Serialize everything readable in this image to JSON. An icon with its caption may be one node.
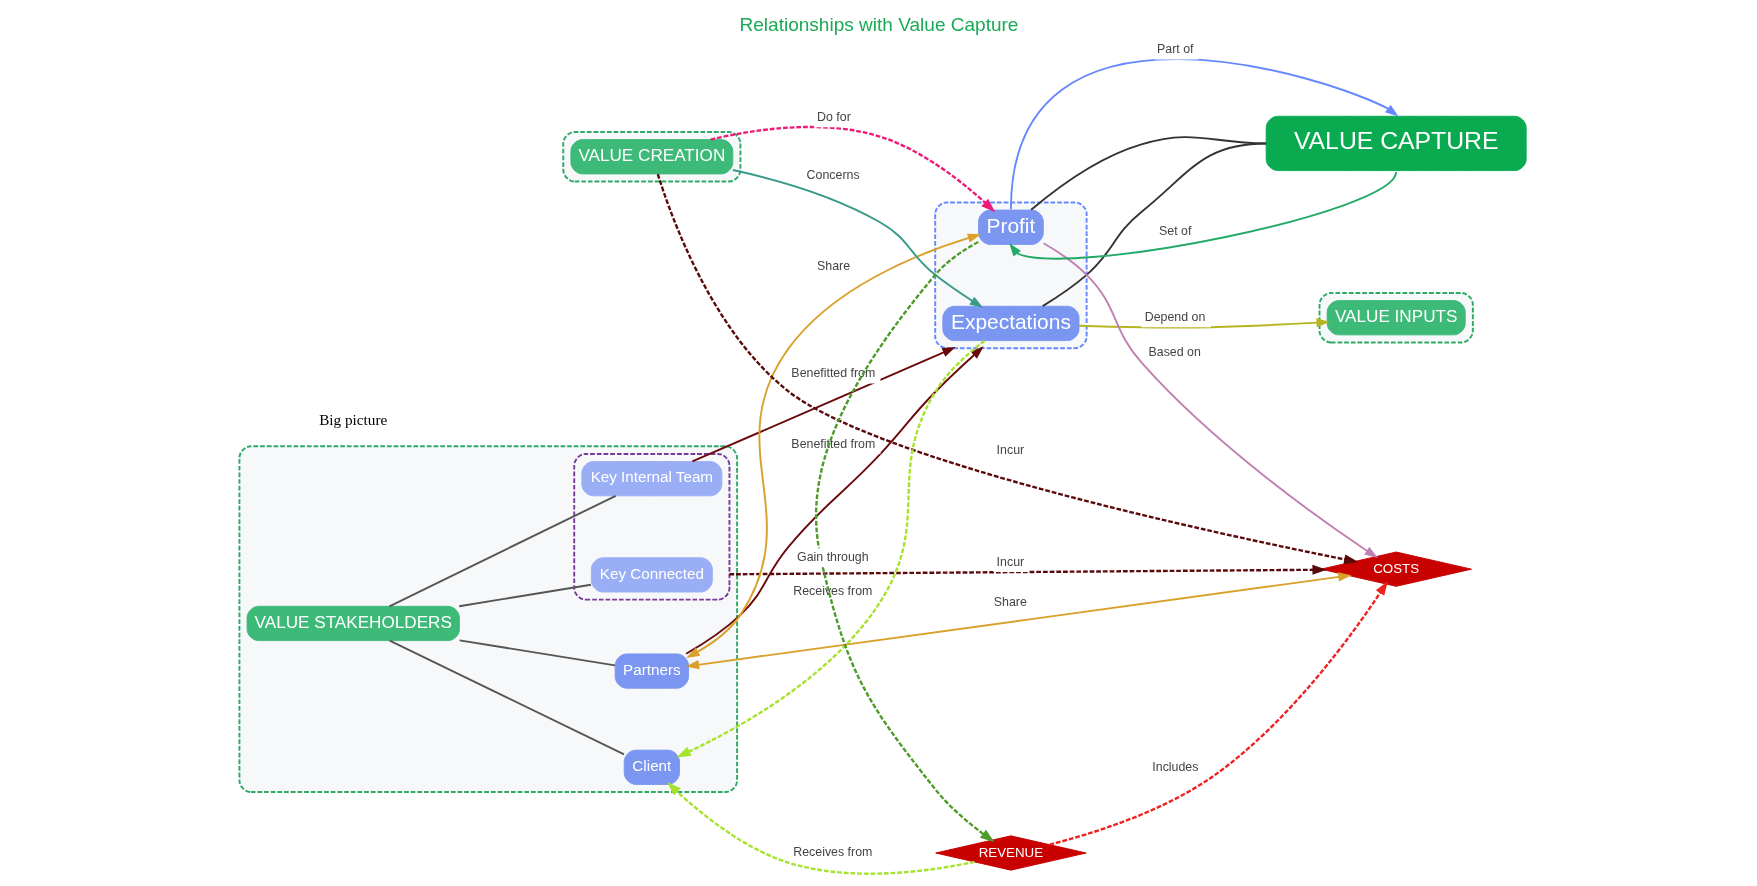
{
  "diagram": {
    "title": "Relationships with Value Capture",
    "nodes": [
      {
        "text": [],
        "shape": "box"
      },
      {
        "text": [
          "VALUE STAKEHOLDERS"
        ],
        "in": 0
      },
      {
        "text": [
          "Client"
        ],
        "in": 0
      },
      {
        "text": [],
        "shape": "box",
        "in": 0
      },
      {
        "text": [
          "Key Connected"
        ],
        "in": 3
      },
      {
        "text": [
          "Key Internal Team"
        ],
        "in": 3
      },
      {
        "text": [
          "Partners"
        ],
        "in": 0
      },
      {
        "text": [
          "REVENUE"
        ]
      },
      {
        "text": [
          "COSTS"
        ]
      },
      {
        "text": [],
        "shape": "box"
      },
      {
        "text": [
          "VALUE CREATION"
        ],
        "in": 9
      },
      {
        "text": [],
        "shape": "box"
      },
      {
        "text": [
          "Expectations"
        ],
        "in": 11
      },
      {
        "text": [
          "Profit"
        ],
        "in": 11
      },
      {
        "text": [],
        "shape": "box"
      },
      {
        "text": [
          "VALUE INPUTS"
        ],
        "in": 14
      },
      {
        "text": [
          "VALUE CAPTURE"
        ]
      }
    ],
    "edges": [
      {
        "from": 1,
        "to": 2,
        "arrow": "none"
      },
      {
        "from": 1,
        "to": 4,
        "arrow": "none"
      },
      {
        "from": 1,
        "to": 5,
        "arrow": "none"
      },
      {
        "from": 1,
        "to": 6,
        "arrow": "none"
      },
      {
        "from": 7,
        "to": 2,
        "arrow": "to",
        "label": "Receives from",
        "style": "dashed",
        "color": "#a6e22e"
      },
      {
        "from": 7,
        "to": 8,
        "arrow": "to",
        "label": "Includes",
        "style": "dashed",
        "color": "#ee2222"
      },
      {
        "from": 12,
        "to": 2,
        "arrow": "to",
        "label": "Receives from",
        "style": "dashed",
        "color": "#a6e22e"
      },
      {
        "from": 3,
        "to": 8,
        "arrow": "to",
        "label": "Incur",
        "style": "dashed",
        "color": "#5a0a0a"
      },
      {
        "from": 6,
        "to": 8,
        "arrow": "both",
        "label": "Share",
        "color": "#d9a02a"
      },
      {
        "from": 6,
        "to": 13,
        "arrow": "both",
        "label": "Share",
        "color": "#d9a02a"
      },
      {
        "from": 13,
        "to": 7,
        "arrow": "to",
        "label": "Gain through",
        "style": "dashed",
        "color": "#4e9a2a"
      },
      {
        "from": 13,
        "to": 8,
        "arrow": "to",
        "label": "Based on",
        "color": "#c080b0"
      },
      {
        "from": 10,
        "to": 8,
        "arrow": "to",
        "label": "Incur",
        "style": "dashed",
        "color": "#5a0a0a"
      },
      {
        "from": 10,
        "to": 12,
        "arrow": "to",
        "label": "Concerns",
        "color": "#3a9a8a"
      },
      {
        "from": 10,
        "to": 13,
        "arrow": "to",
        "label": "Do for",
        "style": "dashed",
        "color": "#ee1a77"
      },
      {
        "from": 5,
        "to": 11,
        "arrow": "to",
        "label": "Benefitted from",
        "color": "#6a0a0a"
      },
      {
        "from": 6,
        "to": 11,
        "arrow": "to",
        "label": "Benefitted from",
        "color": "#6a0a0a"
      },
      {
        "from": 12,
        "to": 15,
        "arrow": "to",
        "label": "Depend on",
        "color": "#b5b522"
      },
      {
        "from": 12,
        "to": 16,
        "arrow": "none",
        "color": "#333333"
      },
      {
        "from": 13,
        "to": 16,
        "arrow": "none",
        "color": "#333333"
      },
      {
        "from": 16,
        "to": 13,
        "arrow": "to",
        "label": "Set of",
        "color": "#22aa66"
      },
      {
        "from": 13,
        "to": 16,
        "arrow": "to",
        "label": "Part of",
        "color": "#6688ff"
      }
    ],
    "labels": [
      "Big picture"
    ]
  }
}
